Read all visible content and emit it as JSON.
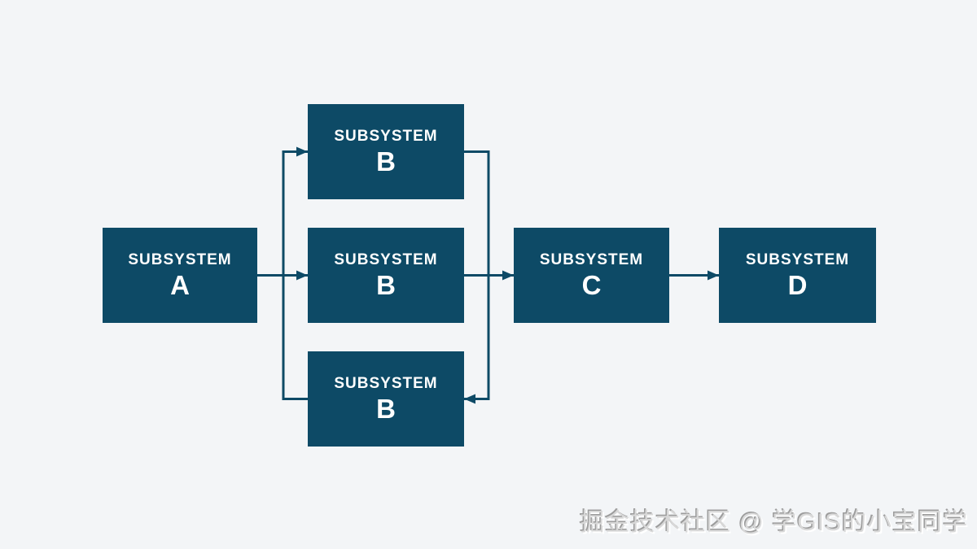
{
  "colors": {
    "background": "#f3f5f7",
    "box_fill": "#0d4a66",
    "box_text": "#ffffff",
    "connector": "#0d4a66",
    "watermark_fill": "#d8d8d8",
    "watermark_dark": "#9c9c9c",
    "watermark_light": "#ffffff"
  },
  "diagram": {
    "type": "flow-diagram",
    "boxes": [
      {
        "id": "subsystem-a",
        "title": "SUBSYSTEM",
        "letter": "A"
      },
      {
        "id": "subsystem-b-top",
        "title": "SUBSYSTEM",
        "letter": "B"
      },
      {
        "id": "subsystem-b-middle",
        "title": "SUBSYSTEM",
        "letter": "B"
      },
      {
        "id": "subsystem-b-bottom",
        "title": "SUBSYSTEM",
        "letter": "B"
      },
      {
        "id": "subsystem-c",
        "title": "SUBSYSTEM",
        "letter": "C"
      },
      {
        "id": "subsystem-d",
        "title": "SUBSYSTEM",
        "letter": "D"
      }
    ],
    "connections": [
      {
        "from": "subsystem-a",
        "to": "subsystem-b-middle",
        "route": "straight",
        "arrowhead": true
      },
      {
        "from": "subsystem-b-bottom",
        "to": "subsystem-b-top",
        "route": "left-side-loop",
        "arrowhead": true
      },
      {
        "from": "subsystem-b-top",
        "to": "subsystem-b-bottom",
        "route": "right-side-loop",
        "arrowhead": true
      },
      {
        "from": "subsystem-b-middle",
        "to": "subsystem-c",
        "route": "straight",
        "arrowhead": true
      },
      {
        "from": "subsystem-c",
        "to": "subsystem-d",
        "route": "straight",
        "arrowhead": true
      }
    ]
  },
  "watermark": {
    "text": "掘金技术社区 @ 学GIS的小宝同学"
  }
}
